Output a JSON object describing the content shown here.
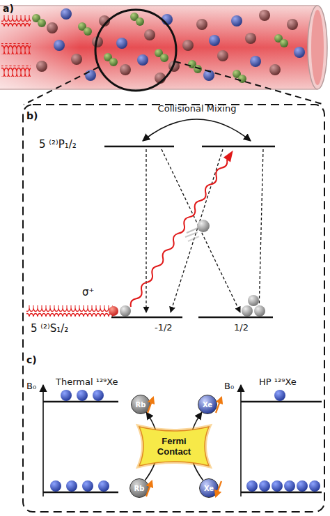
{
  "diagram": {
    "nodes": [
      {
        "text": [
          "Rb"
        ]
      },
      {
        "text": [
          "Xe"
        ]
      },
      {
        "text": [
          "Fermi Contact"
        ]
      },
      {
        "text": [
          "Rb"
        ]
      },
      {
        "text": [
          "Xe"
        ]
      }
    ],
    "edges": [
      {
        "from": 3,
        "to": 0,
        "arrow": "to"
      },
      {
        "from": 4,
        "to": 1,
        "arrow": "to"
      }
    ],
    "labels": [
      "a)",
      "b)",
      "Collisional Mixing",
      "5 ⁽²⁾P₁/₂",
      "σ⁺",
      "5 ⁽²⁾S₁/₂",
      "-1/2",
      "1/2",
      "c)",
      "B₀",
      "Thermal ¹²⁹Xe",
      "B₀",
      "HP ¹²⁹Xe"
    ]
  }
}
